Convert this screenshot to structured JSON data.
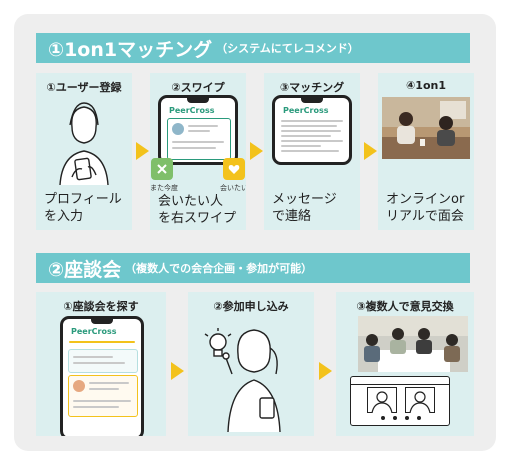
{
  "section1": {
    "title": "①1on1マッチング",
    "subtitle": "（システムにてレコメンド）",
    "steps": [
      {
        "label": "①ユーザー登録",
        "caption": [
          "プロフィール",
          "を入力"
        ]
      },
      {
        "label": "②スワイプ",
        "caption": [
          "会いたい人",
          "を右スワイプ"
        ],
        "tag_left": "また今度",
        "tag_right": "会いたい",
        "app_logo": "PeerCross"
      },
      {
        "label": "③マッチング",
        "caption": [
          "メッセージ",
          "で連絡"
        ],
        "app_logo": "PeerCross"
      },
      {
        "label": "④1on1",
        "caption": [
          "オンラインor",
          "リアルで面会"
        ]
      }
    ]
  },
  "section2": {
    "title": "②座談会",
    "subtitle": "（複数人での会合企画・参加が可能）",
    "steps": [
      {
        "label": "①座談会を探す",
        "app_logo": "PeerCross"
      },
      {
        "label": "②参加申し込み"
      },
      {
        "label": "③複数人で意見交換"
      }
    ]
  },
  "colors": {
    "banner": "#6ec7cc",
    "tile": "#dcefef",
    "arrow": "#f3c21c",
    "brand": "#2a9a7c",
    "card": "#eeeeee"
  }
}
